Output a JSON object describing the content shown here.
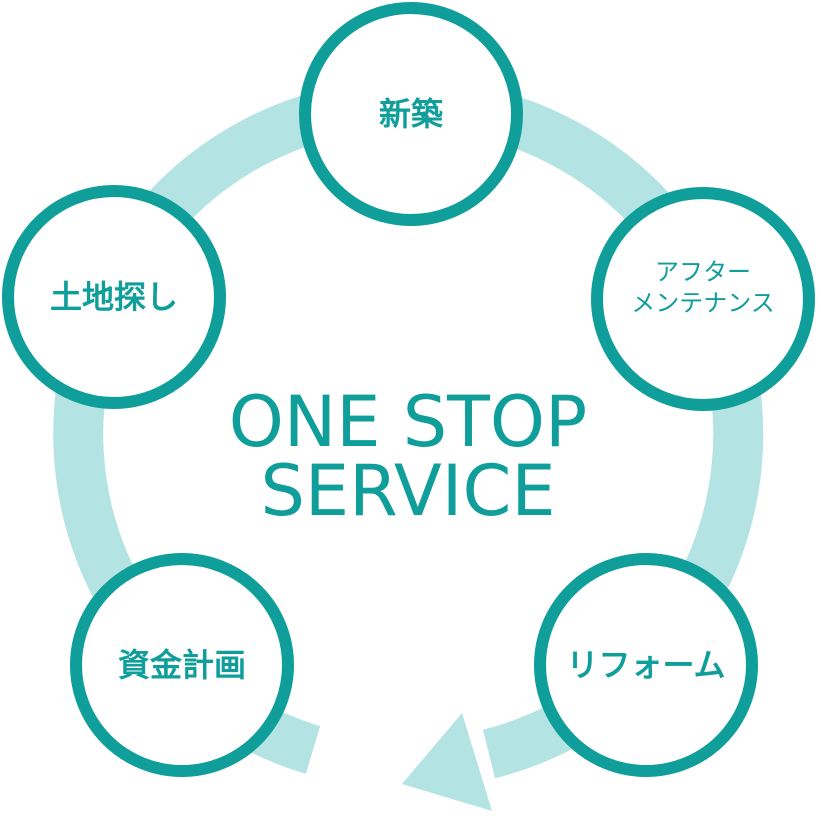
{
  "colors": {
    "ring": "#b3e4e3",
    "node_border": "#0f9e9a",
    "node_fill": "#ffffff",
    "text": "#0f9e9a"
  },
  "center": {
    "line1": "ONE STOP",
    "line2": "SERVICE"
  },
  "nodes": [
    {
      "id": "new-build",
      "label": "新築"
    },
    {
      "id": "after-maintenance",
      "label_line1": "アフター",
      "label_line2": "メンテナンス"
    },
    {
      "id": "reform",
      "label": "リフォーム"
    },
    {
      "id": "funding-plan",
      "label": "資金計画"
    },
    {
      "id": "land-search",
      "label": "土地探し"
    }
  ]
}
